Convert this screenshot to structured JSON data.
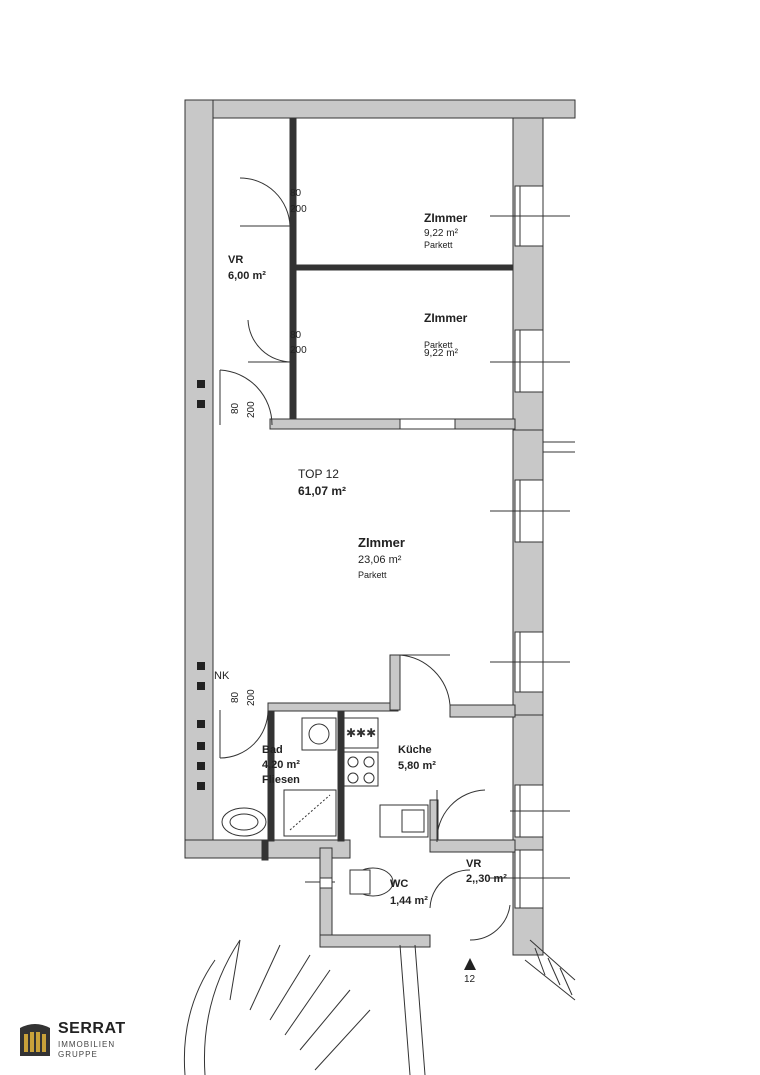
{
  "plan": {
    "top_label": "TOP 12",
    "top_area": "61,07 m²",
    "entry_number": "12",
    "rooms": {
      "vr_upper": {
        "name": "VR",
        "area": "6,00 m²"
      },
      "zimmer_top": {
        "name": "ZImmer",
        "area": "9,22 m²",
        "floor": "Parkett"
      },
      "zimmer_middle": {
        "name": "ZImmer",
        "floor": "Parkett",
        "area": "9,22 m²"
      },
      "zimmer_large": {
        "name": "ZImmer",
        "area": "23,06 m²",
        "floor": "Parkett"
      },
      "bad": {
        "name": "Bad",
        "area": "4,20 m²",
        "floor": "Fliesen"
      },
      "kueche": {
        "name": "Küche",
        "area": "5,80 m²"
      },
      "wc": {
        "name": "WC",
        "area": "1,44 m²"
      },
      "vr_lower": {
        "name": "VR",
        "area": "2,,30 m²"
      }
    },
    "doors": {
      "d1_w": "80",
      "d1_h": "200",
      "d2_w": "80",
      "d2_h": "200",
      "d3_w": "80",
      "d3_h": "200",
      "d4_w": "80",
      "d4_h": "200",
      "nk": "NK"
    }
  },
  "logo": {
    "brand": "SERRAT",
    "line1": "IMMOBILIEN",
    "line2": "GRUPPE",
    "accent": "#c9a23a"
  }
}
